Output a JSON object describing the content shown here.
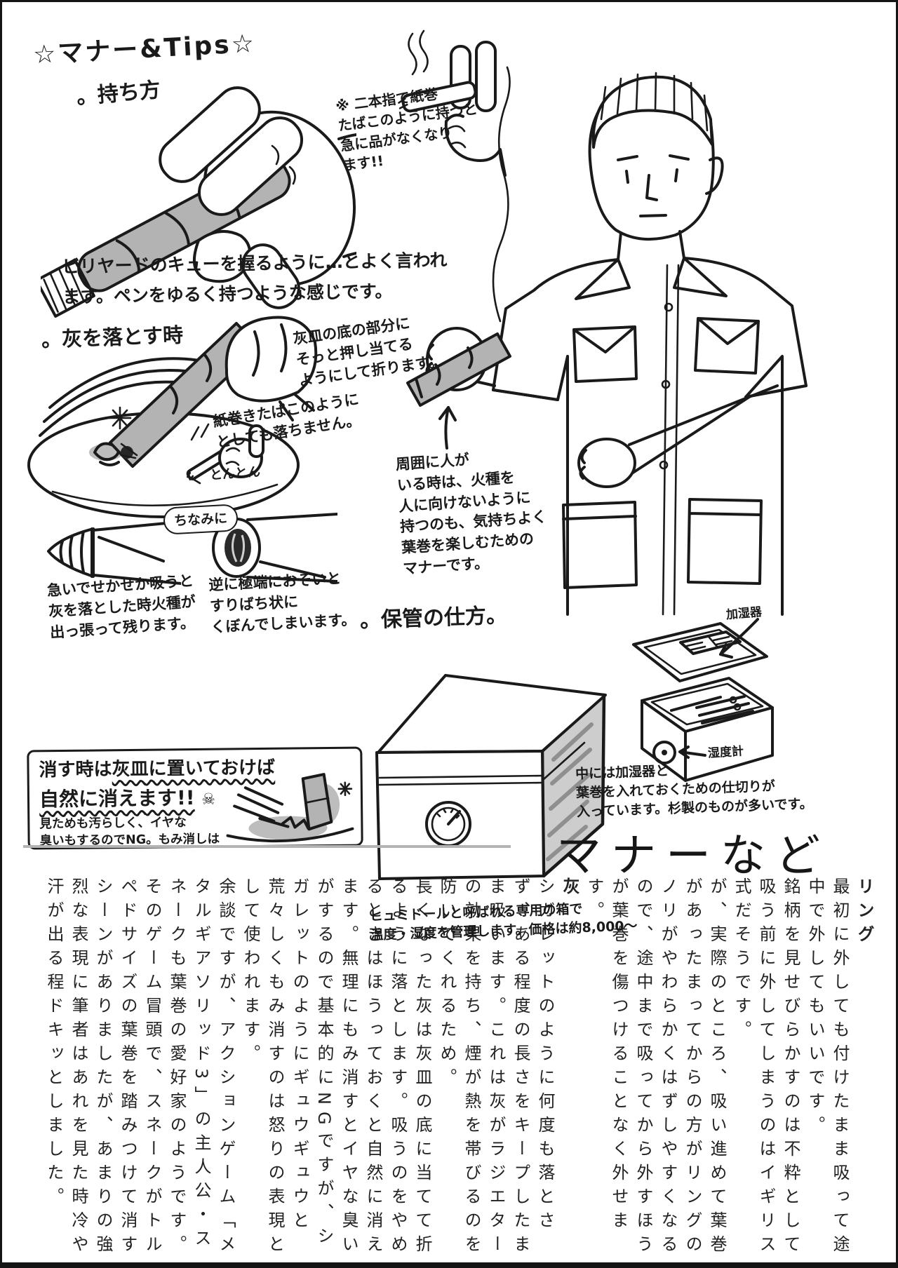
{
  "page": {
    "title": "☆マナー&Tips☆"
  },
  "sections": {
    "holding": {
      "heading": "。持ち方",
      "note_two_finger": "※ 二本指で紙巻\nたばこのように持つと\n急に品がなくなり\nます!!",
      "caption": "ビリヤードのキューを握るように…とよく言われ\nます。ペンをゆるく持つような感じです。"
    },
    "ash_drop": {
      "heading": "。灰を落とす時",
      "caption_press": "灰皿の底の部分に\nそっと押し当てる\nようにして折ります。",
      "caption_tap": "紙巻きたばこのように\nとしても落ちません。",
      "sfx_tap": "とんとん",
      "aside_bubble": "ちなみに",
      "caption_fast": "急いでせかせか吸うと\n灰を落とした時火種が\n出っ張って残ります。",
      "caption_slow": "逆に極端におそいと\nすりばち状に\nくぼんでしまいます。"
    },
    "surroundings": {
      "caption": "周囲に人が\nいる時は、火種を\n人に向けないように\n持つのも、気持ちよく\n葉巻を楽しむための\nマナーです。"
    },
    "extinguish": {
      "line1_prefix": "消す時は",
      "line1_underlined": "灰皿に置いておけば",
      "line2": "自然に消えます!!",
      "skull": "☠",
      "caption": "見ためも汚らしく、イヤな\n臭いもするのでNG。もみ消しは"
    },
    "storage": {
      "heading": "。保管の仕方。",
      "humidor_caption": "ヒュミドールと呼ばれる専用の箱で\n温度・湿度を管理します。価格は約8,000〜",
      "label_humidifier": "加湿器",
      "label_hygrometer": "湿度計",
      "inside_caption": "中には加湿器と\n葉巻を入れておくための仕切りが\n入っています。杉製のものが多いです。"
    }
  },
  "article": {
    "title": "マナーなど",
    "ring": {
      "heading": "リング",
      "p1": "最初に外しても付けたまま吸って途中で外してもいいです。",
      "p2": "銘柄を見せびらかすのは不粋として吸う前に外してしまうのはイギリス式だそうです。",
      "p3": "が、実際のところ、吸い進めて葉巻があったまってからの方がリングのノリがやわらかくはずしやすくなるので、途中まで吸ってから外すほうが葉巻を傷つけることなく外せます。"
    },
    "ash": {
      "heading": "灰",
      "p1": "シガレットのように何度も落とさず、ある程度の長さをキープしたまま吸います。これは灰がラジエターの効果を持ち、煙が熱を帯びるのを防いでくれるため。",
      "p2": "長くなった灰は灰皿の底に当てて折るように落とします。吸うのをやめるときはほうっておくと自然に消えます。無理にもみ消すとイヤな臭いがするので基本的にNGですが、シガレットのようにギュウギュウと荒々しくもみ消すのは怒りの表現として使われます。",
      "p3": "余談ですが、アクションゲーム「メタルギアソリッド3」の主人公・スネークも葉巻の愛好家のようです。そのゲーム冒頭で、スネークがトルペドサイズの葉巻を踏みつけて消すシーンがありましたが、あまりの強烈な表現に筆者はあれを見た時冷や汗が出る程ドキッとしました。"
    }
  },
  "colors": {
    "ink": "#1a1a1a",
    "cigar_gray": "#b3b3b3",
    "divider_gray": "#b3b3b3"
  }
}
